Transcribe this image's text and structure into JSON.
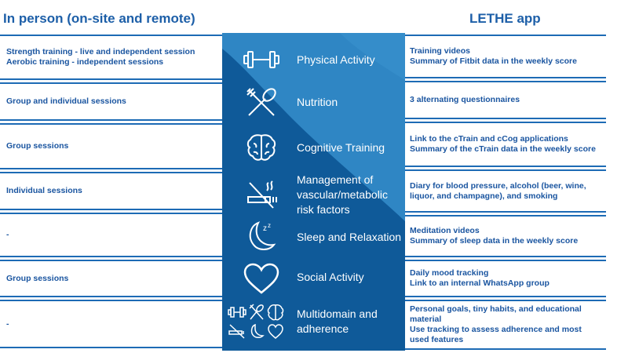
{
  "headers": {
    "left": "In person (on-site and remote)",
    "right": "LETHE app"
  },
  "rows": [
    {
      "domain": "Physical Activity",
      "in_person": [
        "Strength training - live and independent session",
        "Aerobic training - independent sessions"
      ],
      "app": [
        "Training videos",
        "Summary of Fitbit data in the weekly score"
      ],
      "icon": "dumbbell-icon"
    },
    {
      "domain": "Nutrition",
      "in_person": [
        "Group and individual sessions"
      ],
      "app": [
        "3 alternating questionnaires"
      ],
      "icon": "fork-spoon-icon"
    },
    {
      "domain": "Cognitive Training",
      "in_person": [
        "Group sessions"
      ],
      "app": [
        "Link to the cTrain and cCog applications",
        "Summary of the cTrain data in the weekly score"
      ],
      "icon": "brain-icon"
    },
    {
      "domain": "Management of vascular/metabolic risk factors",
      "in_person": [
        "Individual sessions"
      ],
      "app": [
        "Diary for blood pressure, alcohol (beer, wine, liquor, and champagne), and smoking"
      ],
      "icon": "no-smoking-icon"
    },
    {
      "domain": "Sleep and Relaxation",
      "in_person": [
        "-"
      ],
      "app": [
        "Meditation videos",
        "Summary of sleep data in the weekly score"
      ],
      "icon": "moon-sleep-icon"
    },
    {
      "domain": "Social Activity",
      "in_person": [
        "Group sessions"
      ],
      "app": [
        "Daily mood tracking",
        "Link to an internal WhatsApp group"
      ],
      "icon": "heart-icon"
    },
    {
      "domain": "Multidomain and adherence",
      "in_person": [
        "-"
      ],
      "app": [
        "Personal goals, tiny habits, and educational material",
        "Use tracking to assess adherence and most used features"
      ],
      "icon": "multidomain-icons"
    }
  ],
  "colors": {
    "header_blue": "#1d5fa8",
    "center_dark": "#0f5a99",
    "center_light": "#2f86c4",
    "line_blue": "#1d6bb5"
  }
}
